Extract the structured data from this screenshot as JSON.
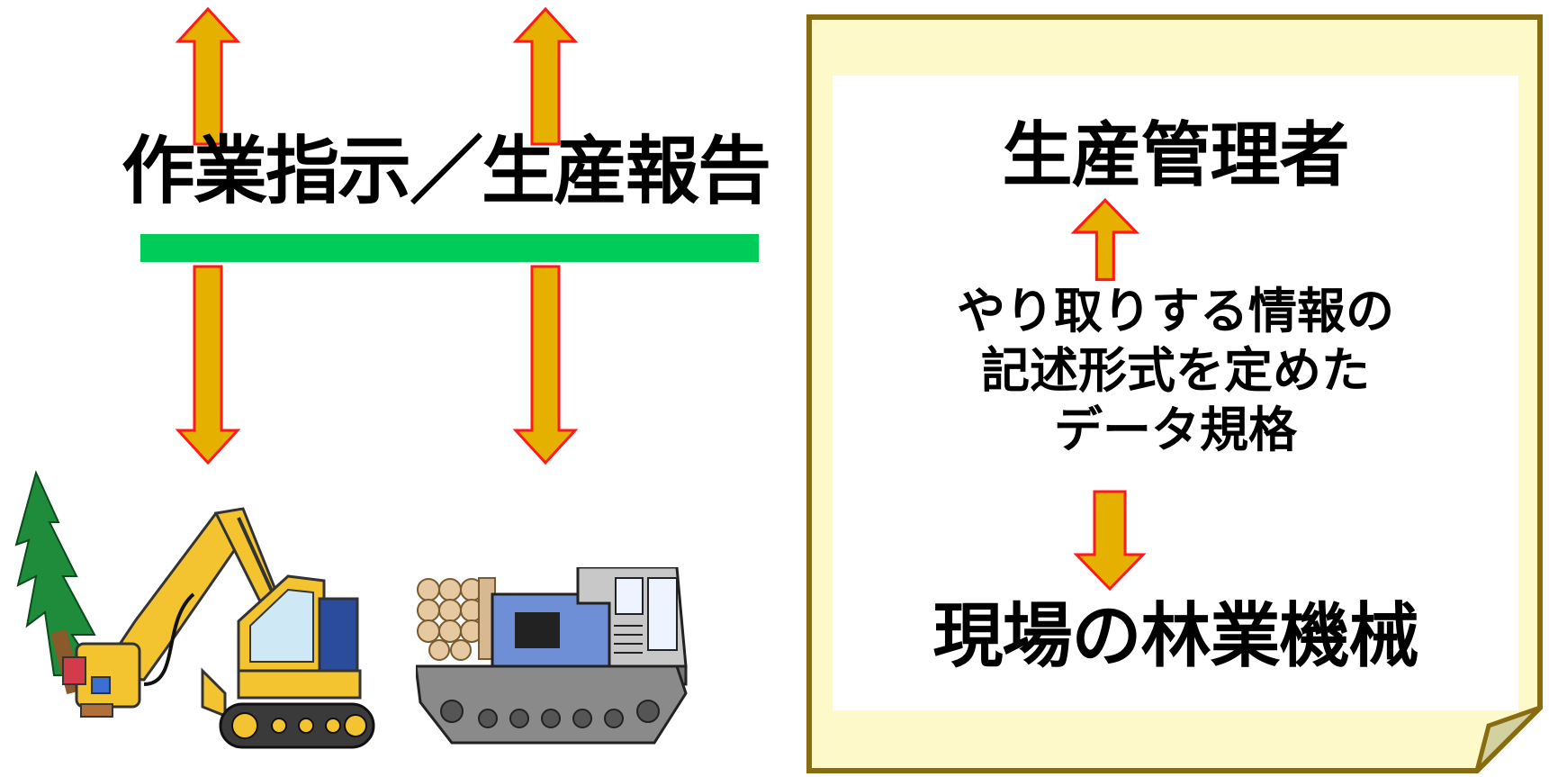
{
  "left_panel": {
    "heading": "作業指示／生産報告",
    "bar_color": "#00cc5a",
    "arrow_fill": "#e6b000",
    "arrow_stroke": "#ff1a1a",
    "machine_1": "harvester-icon",
    "machine_2": "forwarder-icon"
  },
  "note": {
    "top_label": "生産管理者",
    "description_lines": [
      "やり取りする情報の",
      "記述形式を定めた",
      "データ規格"
    ],
    "bottom_label": "現場の林業機械",
    "paper_color": "#fdf9c8",
    "border_color": "#8a6c10",
    "fold_color": "#d3d1a0"
  }
}
